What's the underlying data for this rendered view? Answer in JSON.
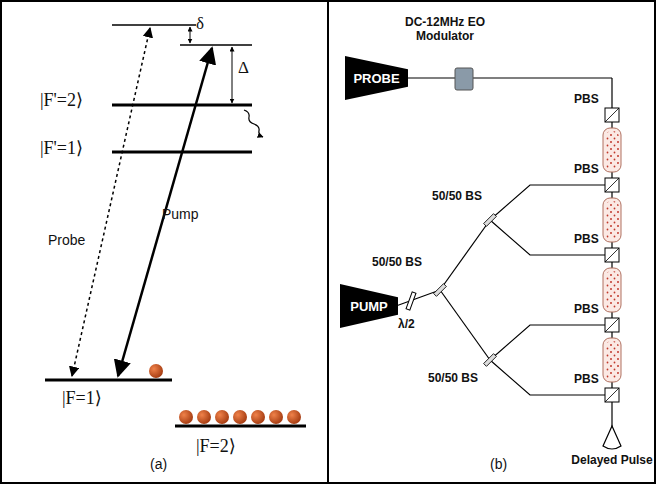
{
  "diagram": {
    "nodes": [
      {
        "text": [
          "PROBE"
        ]
      },
      {
        "text": [
          "PUMP"
        ]
      }
    ],
    "labels": [
      "δ",
      "Δ",
      "|F'=2⟩",
      "|F'=1⟩",
      "Probe",
      "Pump",
      "|F=1⟩",
      "|F=2⟩",
      "(a)",
      "DC-12MHz EO Modulator",
      "PBS",
      "PBS",
      "PBS",
      "PBS",
      "PBS",
      "50/50 BS",
      "50/50 BS",
      "50/50 BS",
      "λ/2",
      "Delayed Pulse",
      "(b)"
    ]
  }
}
